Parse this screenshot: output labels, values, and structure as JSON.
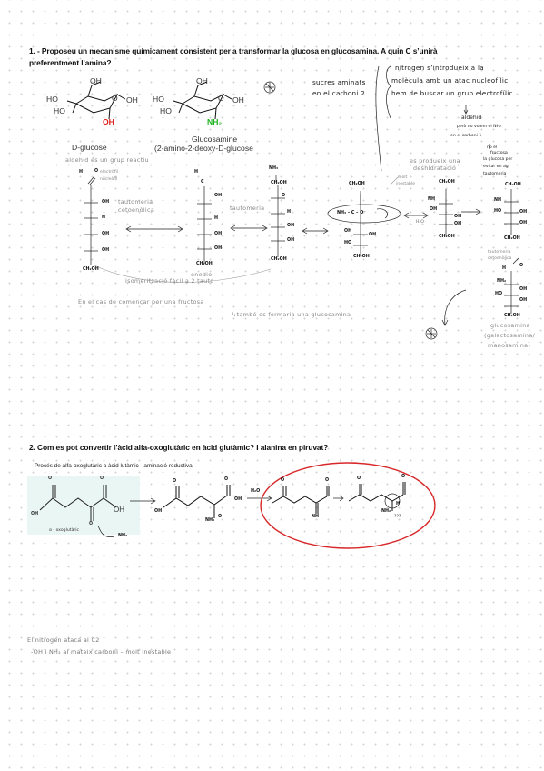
{
  "q1": {
    "line1": "1. - Proposeu un mecanisme químicament consistent per a transformar la glucosa en glucosamina. A quin C s’unirà",
    "line2": "preferentment l’amina?"
  },
  "structures": {
    "glucose_label": "D-glucose",
    "glucosamine_label": "Glucosamine",
    "glucosamine_sub": "(2-amino-2-deoxy-D-glucose"
  },
  "notes": {
    "sucres_1": "sucres aminats",
    "sucres_2": "en el carboni 2",
    "nitro_1": "nitrogen s’introdueix a la",
    "nitro_2": "molècula amb un atac nucleofílic",
    "nitro_3": "hem de buscar un grup electrofílic",
    "aldehid": "aldehid",
    "pero_1": "però no volem el NH₂",
    "pero_2": "en el carboni 1",
    "aldehid_reactiu": "aldehid és un grup reactiu",
    "electrofil": "electròfil",
    "nucleofil": "nucleòfil",
    "taut_1": "tautomeria",
    "taut_2": "cetoenòlica",
    "taut_short": "tautomeria",
    "enediol": "enediol",
    "isomer": "isomerització fàcil a 2 tauto",
    "comencar": "En el cas de començar per una fructosa",
    "tambe": "↳també es formaria una glucosamina",
    "es_produeix_1": "es produeix una",
    "es_produeix_2": "deshidratació",
    "molt_inestable_1": "molt",
    "molt_inestable_2": "inestable",
    "h2o": "H₂O",
    "side_1": "no el",
    "side_2": "fructosa",
    "side_3": "la glucosa per",
    "side_4": "evitar en ag",
    "side_5": "tautomeria",
    "taut_ceto_1": "tautomeria",
    "taut_ceto_2": "cetoenòlica",
    "glucosamina_1": "glucosamina",
    "glucosamina_2": "(galactosamina/",
    "glucosamina_3": "manosamina)"
  },
  "atoms": {
    "oh": "OH",
    "h": "H",
    "hc": "H",
    "o": "O",
    "c": "C",
    "ch2oh": "CH₂OH",
    "nh2": "NH₂",
    "nh3": "NH₃",
    "nh": "NH",
    "ho": "HO",
    "nh3plus": "NH₃ – C – O⁻",
    "qqq": "???"
  },
  "q2": {
    "title": "2. Com es pot convertir l’àcid alfa-oxoglutàric en àcid glutàmic? I alanina en piruvat?",
    "subtitle": "Procés de alfa-oxoglutàric a àcid lutàmic - aminació reductiva",
    "alpha_label": "α - oxoglutàric",
    "nh3_label": "NH₃",
    "h2o_label": "H₂O"
  },
  "bottom": {
    "line1": "El nitrogen ataca al C2",
    "line2": "-OH i NH₂ al mateix carboni – molt inestable"
  },
  "colors": {
    "green_nh2": "#1db31d",
    "red_oh": "#e0201b",
    "circle_red": "#d8282a",
    "ring_tint": "#cfe8e4"
  }
}
